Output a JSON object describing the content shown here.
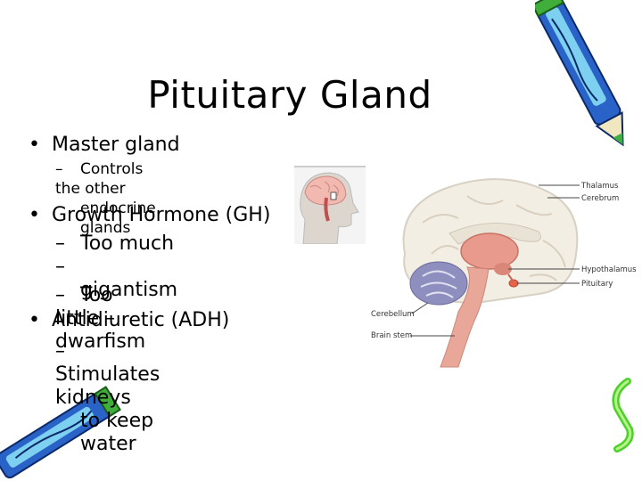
{
  "slide": {
    "title": "Pituitary Gland",
    "bullets": [
      {
        "text": "Master gland",
        "subs": [
          {
            "lines": [
              "Controls the other",
              "endocrine glands"
            ]
          }
        ]
      },
      {
        "text": "Growth Hormone (GH)",
        "subs": [
          {
            "lines": [
              "Too much –",
              "gigantism"
            ]
          },
          {
            "lines": [
              "Too little – dwarfism"
            ]
          }
        ]
      },
      {
        "text": "Antidiuretic (ADH)",
        "subs": [
          {
            "lines": [
              "Stimulates kidneys",
              "to keep water"
            ]
          }
        ]
      }
    ]
  },
  "diagram": {
    "labels": {
      "thalamus": "Thalamus",
      "cerebrum": "Cerebrum",
      "hypothalamus": "Hypothalamus",
      "pituitary": "Pituitary",
      "cerebellum": "Cerebellum",
      "brain_stem": "Brain stem"
    }
  },
  "colors": {
    "pencil_blue": "#2a63c8",
    "pencil_cyan": "#7ed0f0",
    "pencil_green": "#3fae3a",
    "brain_cream": "#f3eee4",
    "thalamus_pink": "#e89a8c",
    "stem_pink": "#e9a79a"
  }
}
